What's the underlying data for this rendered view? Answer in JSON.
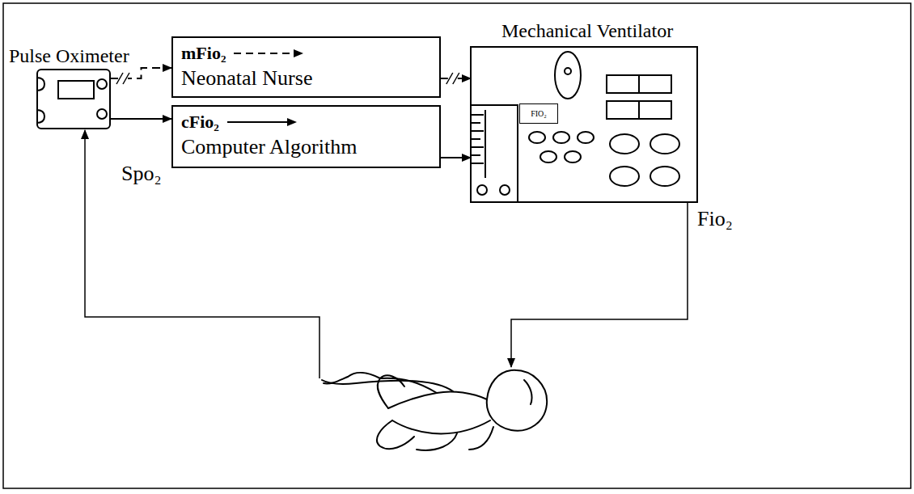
{
  "diagram": {
    "nodes": [
      {
        "text": [
          "Pulse Oximeter"
        ]
      },
      {
        "text": [
          "mFio₂",
          "Neonatal Nurse"
        ]
      },
      {
        "text": [
          "cFio₂",
          "Computer Algorithm"
        ]
      },
      {
        "text": [
          "Mechanical Ventilator"
        ]
      },
      {
        "text": [
          "FIO₂"
        ],
        "in": 3
      }
    ],
    "edges": [
      {
        "from": 0,
        "to": 1,
        "arrow": "to"
      },
      {
        "from": 1,
        "to": 3,
        "arrow": "to"
      },
      {
        "from": 0,
        "to": 2,
        "arrow": "to"
      },
      {
        "from": 2,
        "to": 3,
        "arrow": "to"
      }
    ],
    "labels": [
      "Spo₂",
      "Fio₂"
    ]
  }
}
